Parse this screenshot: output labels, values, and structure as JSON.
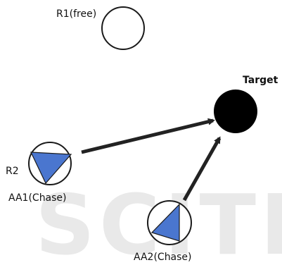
{
  "labels": {
    "r1": "R1(free)",
    "target": "Target",
    "r2": "R2",
    "aa1": "AA1(Chase)",
    "aa2": "AA2(Chase)",
    "watermark": "SCITE"
  },
  "colors": {
    "robot_fill": "#ffffff",
    "robot_stroke": "#1a1a1a",
    "agent_triangle": "#4a76cf",
    "target_fill": "#000000",
    "arrow": "#222222",
    "watermark": "#e9e9e9"
  }
}
